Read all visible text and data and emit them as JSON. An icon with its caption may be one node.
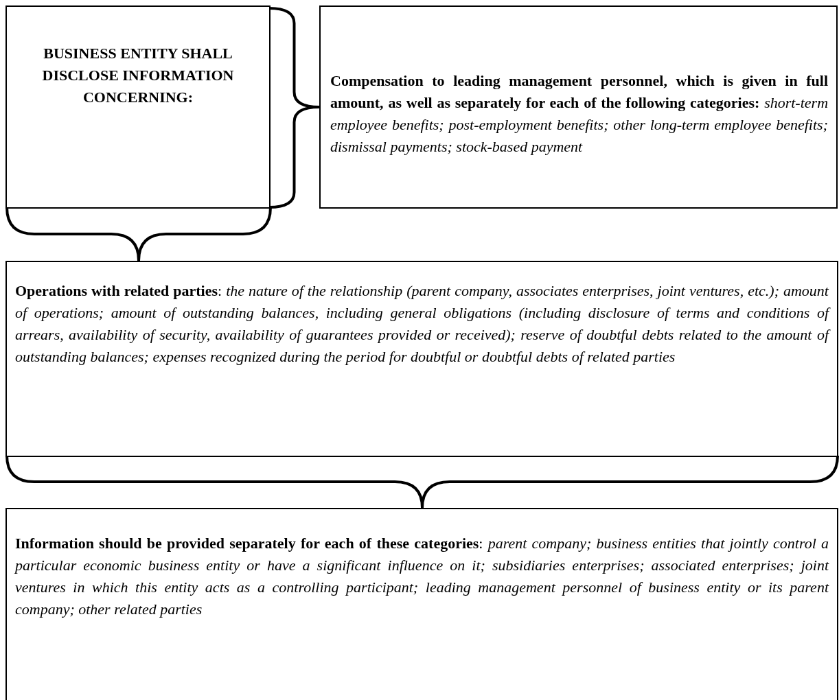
{
  "diagram": {
    "nodes": [
      {
        "text": [
          "BUSINESS ENTITY SHALL DISCLOSE INFORMATION CONCERNING:"
        ]
      },
      {
        "text": [
          "**Compensation to leading management personnel, which is given in full amount, as well as separately for each of the following categories:** *short-term employee benefits; post-employment benefits; other long-term employee benefits; dismissal payments; stock-based payment*"
        ]
      },
      {
        "text": [
          "**Operations with related parties**: *the nature of the relationship (parent company, associates enterprises, joint ventures, etc.); amount of operations; amount of outstanding balances, including general obligations (including disclosure of terms and conditions of arrears, availability of security, availability of guarantees provided or received); reserve of doubtful debts related to the amount of outstanding balances; expenses recognized during the period for doubtful or doubtful debts of related parties*"
        ]
      },
      {
        "text": [
          "**Information should be provided separately for each of these categories**: *parent company; business entities that jointly control a particular economic business entity or have a significant influence on it; subsidiaries enterprises; associated enterprises; joint ventures in which this entity acts as a controlling participant; leading management personnel of business entity or its parent company; other related parties*"
        ]
      }
    ],
    "edges": [
      {
        "from": 0,
        "to": 1,
        "arrow": "none"
      },
      {
        "from": 0,
        "to": 2,
        "arrow": "none"
      },
      {
        "from": 2,
        "to": 3,
        "arrow": "none"
      }
    ]
  }
}
